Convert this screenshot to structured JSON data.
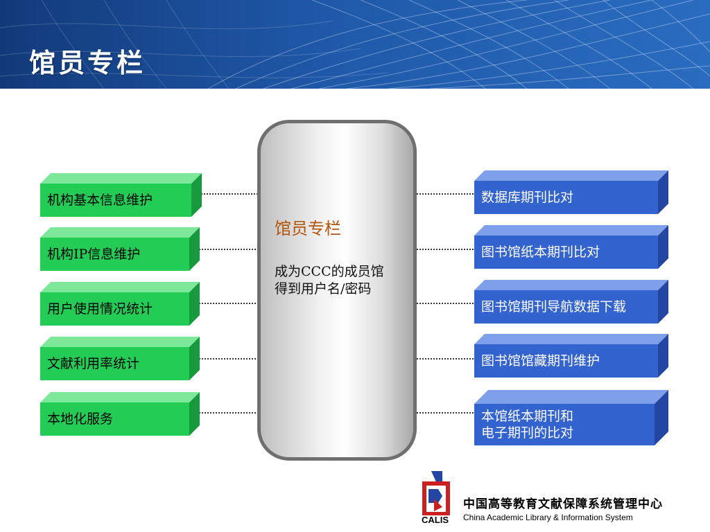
{
  "header": {
    "title": "馆员专栏"
  },
  "center": {
    "title": "馆员专栏",
    "description": "成为CCC的成员馆\n得到用户名/密码"
  },
  "left_items": [
    {
      "label": "机构基本信息维护"
    },
    {
      "label": "机构IP信息维护"
    },
    {
      "label": "用户使用情况统计"
    },
    {
      "label": "文献利用率统计"
    },
    {
      "label": "本地化服务"
    }
  ],
  "right_items": [
    {
      "label": "数据库期刊比对"
    },
    {
      "label": "图书馆纸本期刊比对"
    },
    {
      "label": "图书馆期刊导航数据下载"
    },
    {
      "label": "图书馆馆藏期刊维护"
    },
    {
      "label": "本馆纸本期刊和\n电子期刊的比对"
    }
  ],
  "footer": {
    "org_cn": "中国高等教育文献保障系统管理中心",
    "org_en": "China Academic Library & Information System",
    "abbr": "CALIS"
  },
  "colors": {
    "header": "#1f58a8",
    "green_box": "#22cc55",
    "blue_box": "#3263cf",
    "capsule_title": "#b4540a"
  }
}
